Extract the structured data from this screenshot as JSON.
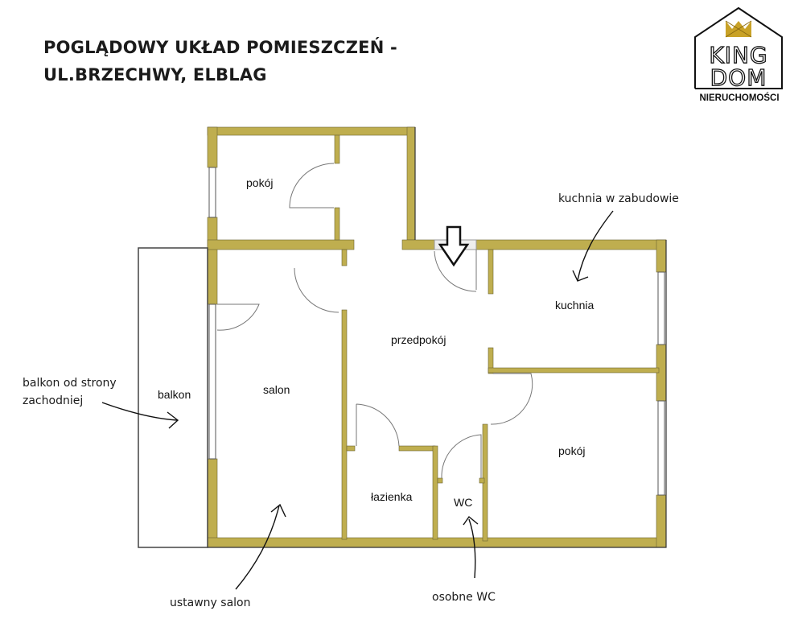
{
  "header": {
    "title_line1": "POGLĄDOWY UKŁAD POMIESZCZEŃ -",
    "title_line2": "UL.BRZECHWY, ELBLAG"
  },
  "logo": {
    "line1": "KING",
    "line2": "DOM",
    "subtitle": "NIERUCHOMOŚCI",
    "icon": "crown-icon",
    "crown_color": "#c9a227"
  },
  "colors": {
    "wall": "#bfae4f",
    "outline": "#3a3a3a",
    "text": "#111111"
  },
  "rooms": {
    "pokoj_top": "pokój",
    "salon": "salon",
    "balkon": "balkon",
    "przedpokoj": "przedpokój",
    "kuchnia": "kuchnia",
    "lazienka": "łazienka",
    "wc": "WC",
    "pokoj_right": "pokój"
  },
  "annotations": {
    "balcony_line1": "balkon od strony",
    "balcony_line2": "zachodniej",
    "kitchen": "kuchnia w zabudowie",
    "salon": "ustawny salon",
    "wc": "osobne WC"
  },
  "entrance": {
    "icon": "entrance-arrow-icon"
  }
}
